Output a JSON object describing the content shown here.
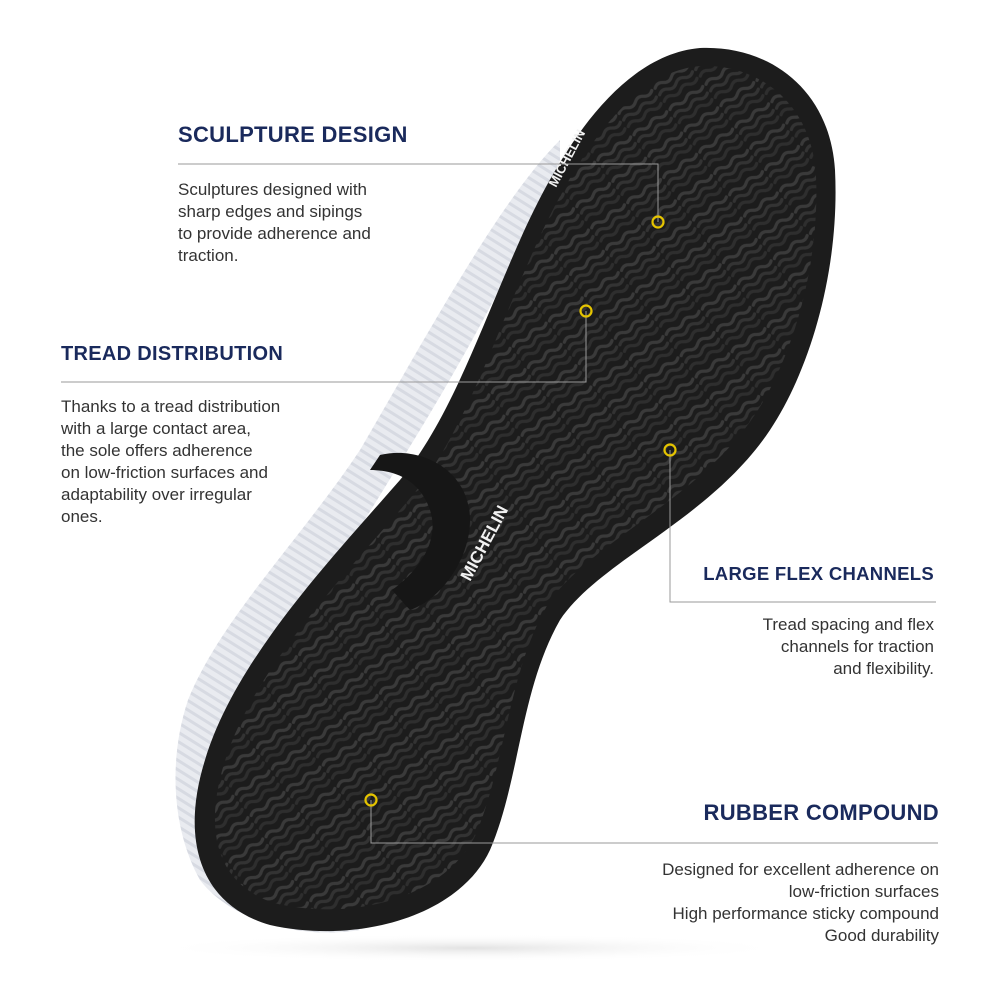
{
  "colors": {
    "heading": "#1a2a5c",
    "body_text": "#333333",
    "callout_line": "#9a9a9a",
    "marker": "#e5c400",
    "sole_rubber": "#1c1c1c",
    "tread_block": "#2c2c2c",
    "midsole": "#e9ebf0"
  },
  "sole": {
    "logo_text": "MICHELIN"
  },
  "features": {
    "sculpture": {
      "title": "SCULPTURE DESIGN",
      "lines": [
        "Sculptures designed with",
        "sharp edges and sipings",
        "to provide adherence and",
        "traction."
      ]
    },
    "tread": {
      "title": "TREAD DISTRIBUTION",
      "lines": [
        "Thanks to a tread distribution",
        "with a large contact area,",
        "the sole offers adherence",
        "on low-friction surfaces and",
        "adaptability over irregular",
        "ones."
      ]
    },
    "flex": {
      "title": "LARGE FLEX CHANNELS",
      "lines": [
        "Tread spacing and flex",
        "channels for traction",
        "and flexibility."
      ]
    },
    "rubber": {
      "title": "RUBBER COMPOUND",
      "lines": [
        "Designed for excellent adherence on",
        "low-friction surfaces",
        "High performance sticky compound",
        "Good durability"
      ]
    }
  }
}
